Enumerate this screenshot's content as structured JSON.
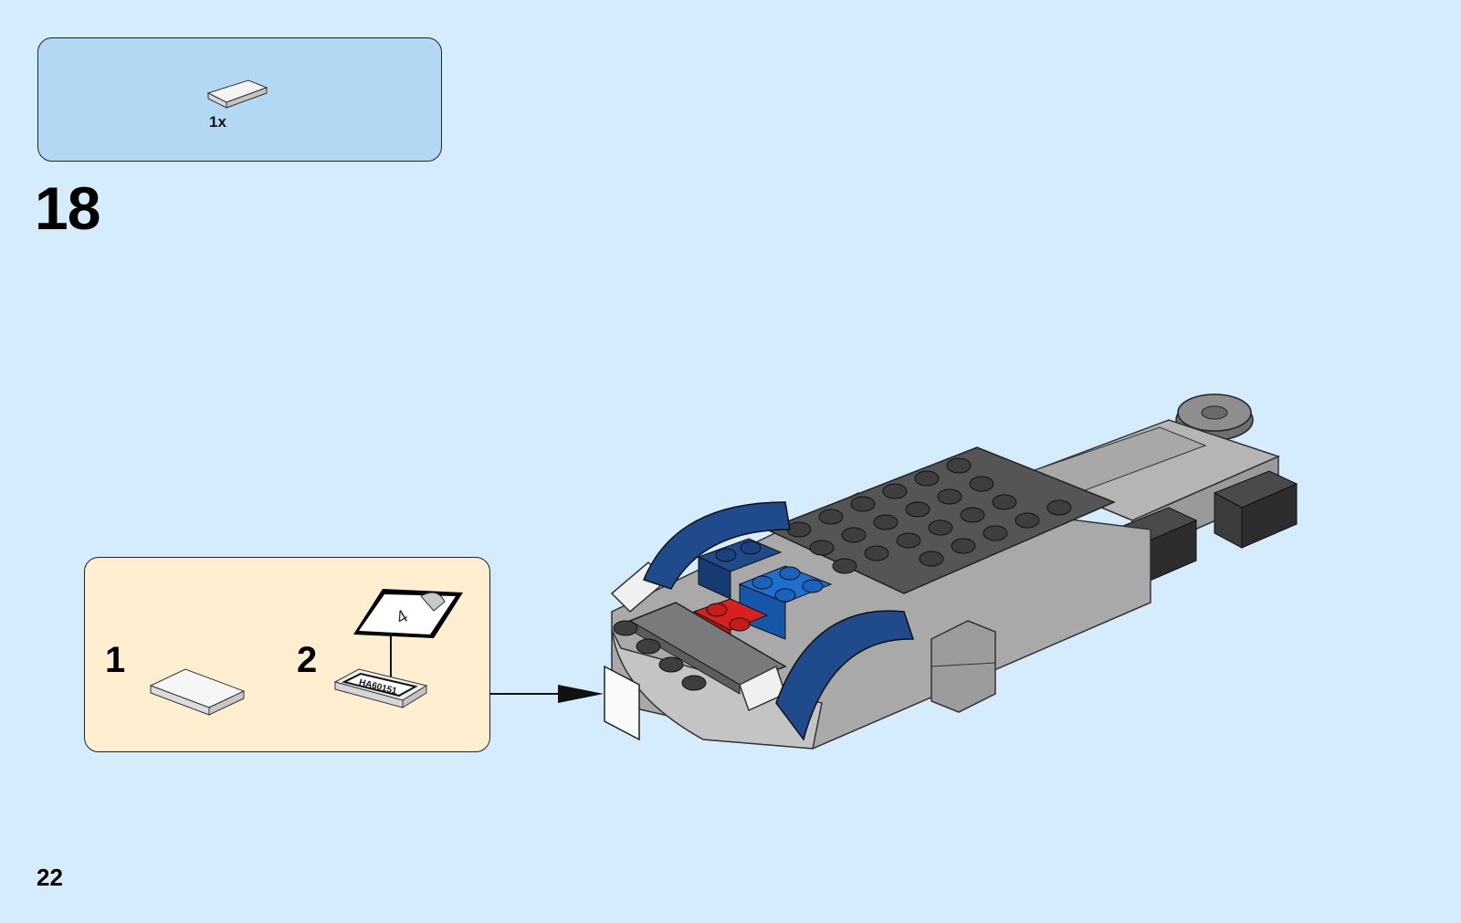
{
  "parts_callout": {
    "quantity": "1x",
    "part_icon": "white-tile-1x2-icon"
  },
  "step": {
    "number": "18"
  },
  "substeps": {
    "one": "1",
    "two": "2",
    "sticker_number": "4",
    "plate_text": "HA60151"
  },
  "page": {
    "number": "22"
  },
  "colors": {
    "background": "#d4ecfb",
    "parts_box": "#b3d8f3",
    "substep_box": "#ffefd0",
    "dark_blue": "#1f4a8c",
    "bright_blue": "#1e6fd0",
    "red": "#d9201f",
    "dark_grey": "#545454",
    "light_grey": "#b8b8b8"
  }
}
